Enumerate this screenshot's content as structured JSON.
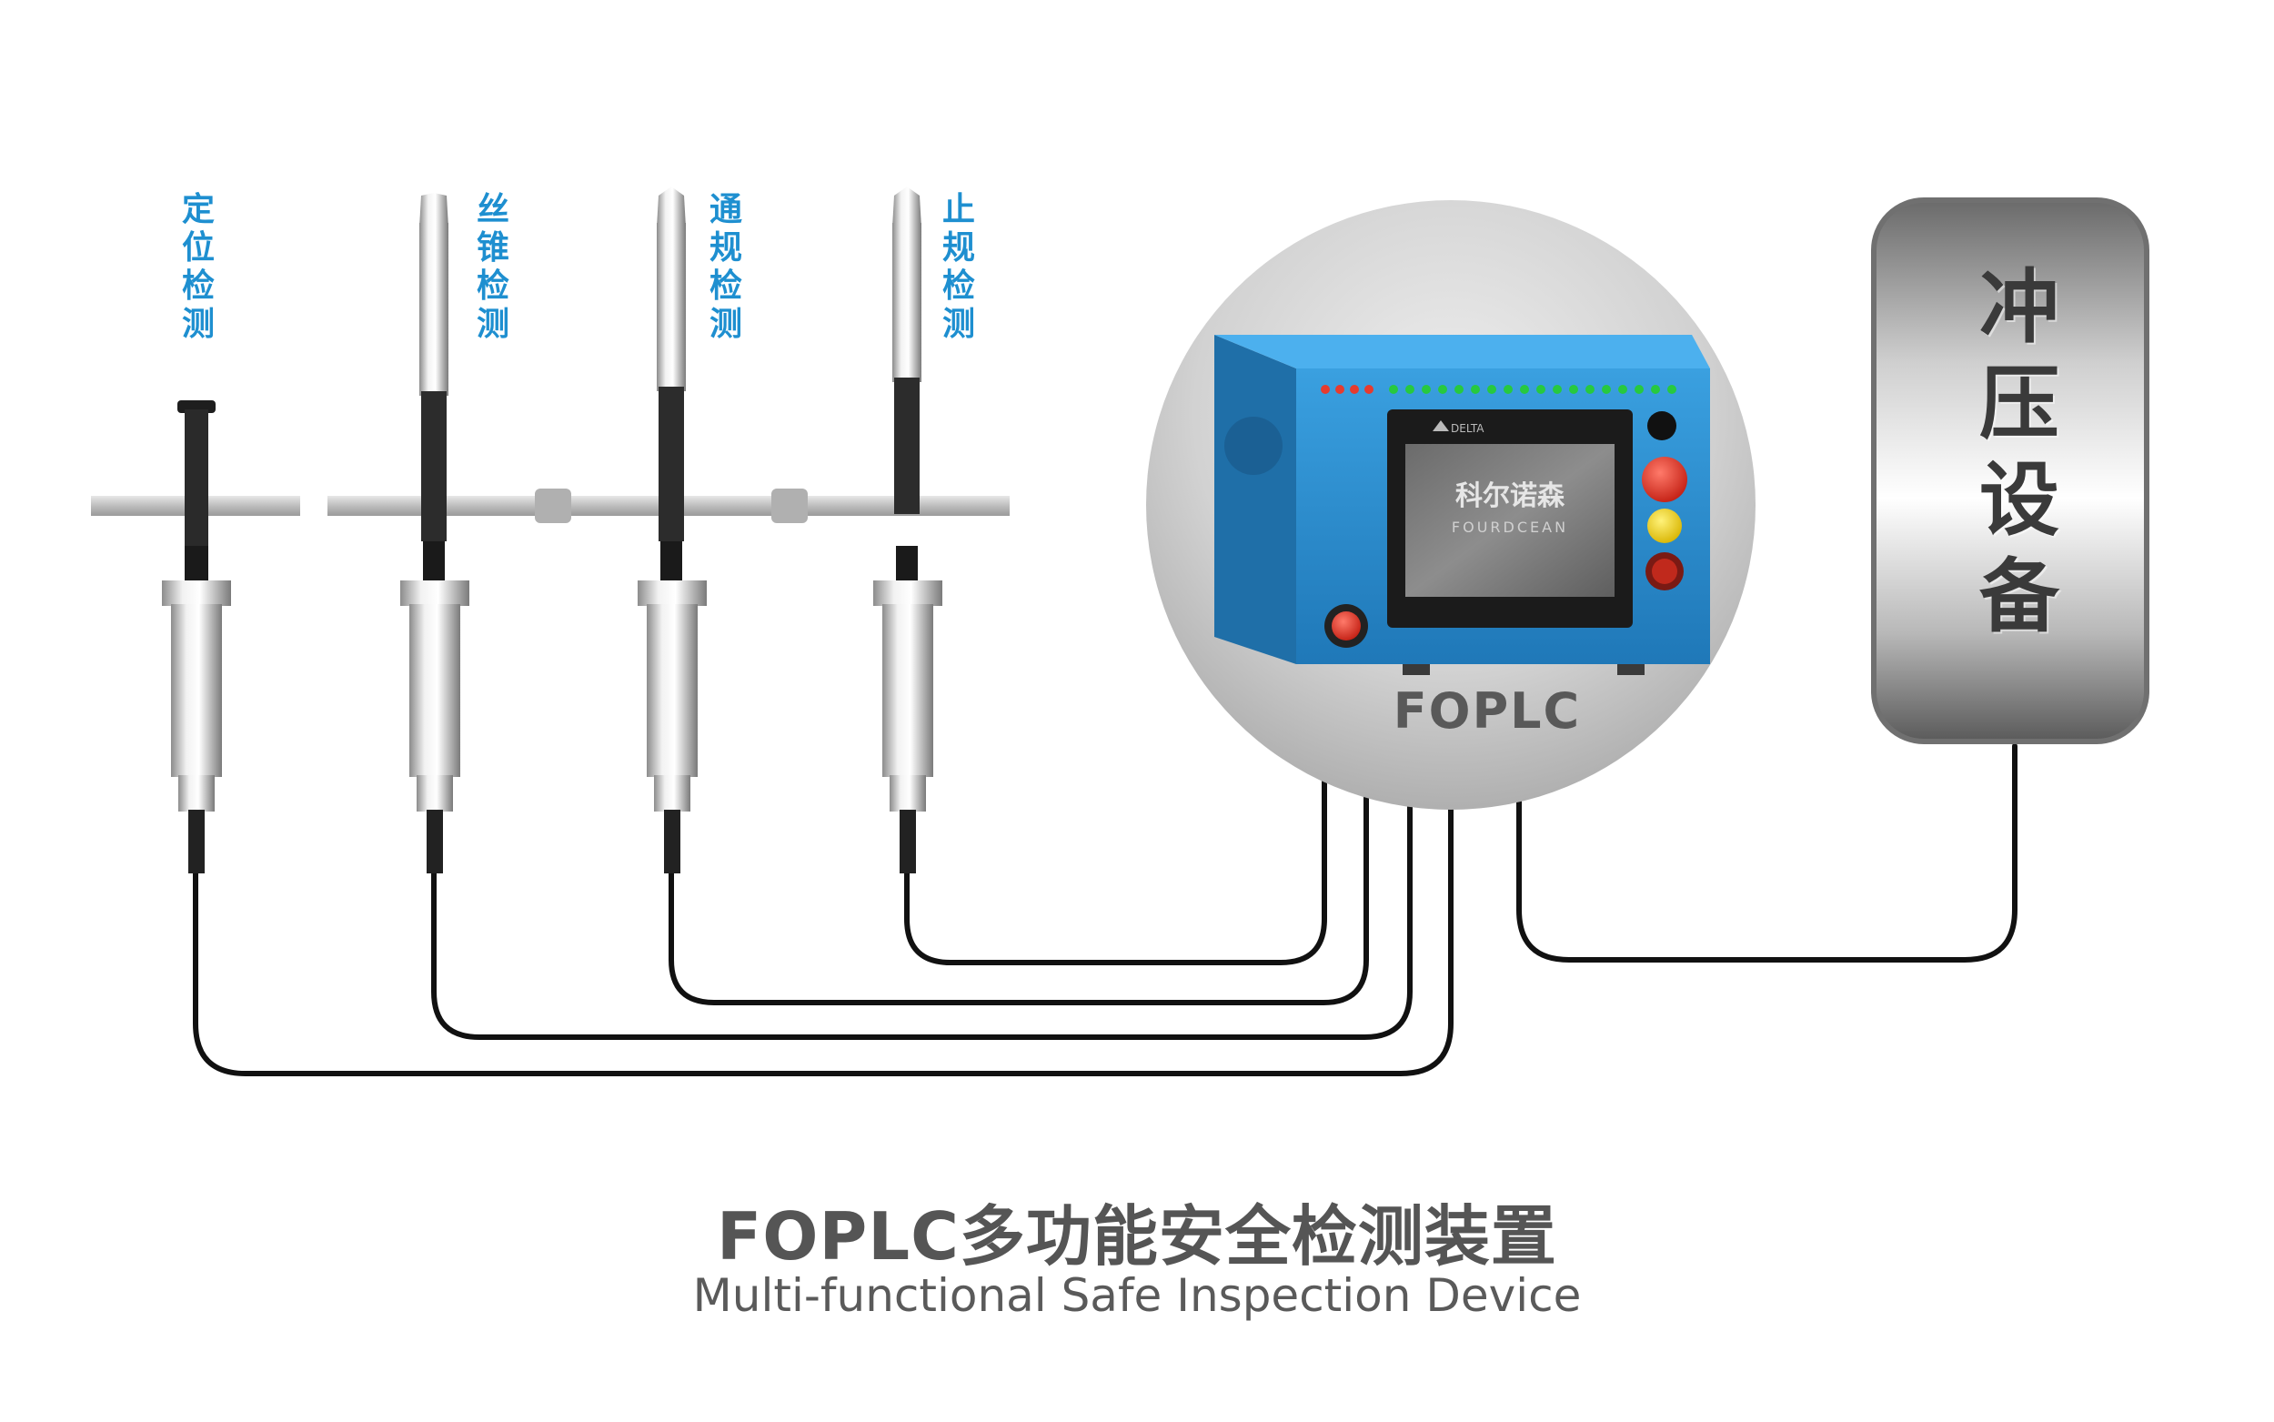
{
  "probes": [
    {
      "label": [
        "定",
        "位",
        "检",
        "测"
      ]
    },
    {
      "label": [
        "丝",
        "锥",
        "检",
        "测"
      ]
    },
    {
      "label": [
        "通",
        "规",
        "检",
        "测"
      ]
    },
    {
      "label": [
        "止",
        "规",
        "检",
        "测"
      ]
    }
  ],
  "controller": {
    "name": "FOPLC",
    "screen_brand_cn": "科尔诺森",
    "screen_brand_en": "FOURDCEAN",
    "hmi_brand": "DELTA",
    "body_color": "#2f8fd0",
    "indicator_color": "#27c93f",
    "alarm_color": "#e63b2e"
  },
  "press": {
    "label": [
      "冲",
      "压",
      "设",
      "备"
    ]
  },
  "title": {
    "cn": "FOPLC多功能安全检测装置",
    "en": "Multi-functional Safe Inspection Device"
  },
  "colors": {
    "label_blue": "#1e8fd0",
    "cable": "#111111",
    "title": "#555555"
  }
}
